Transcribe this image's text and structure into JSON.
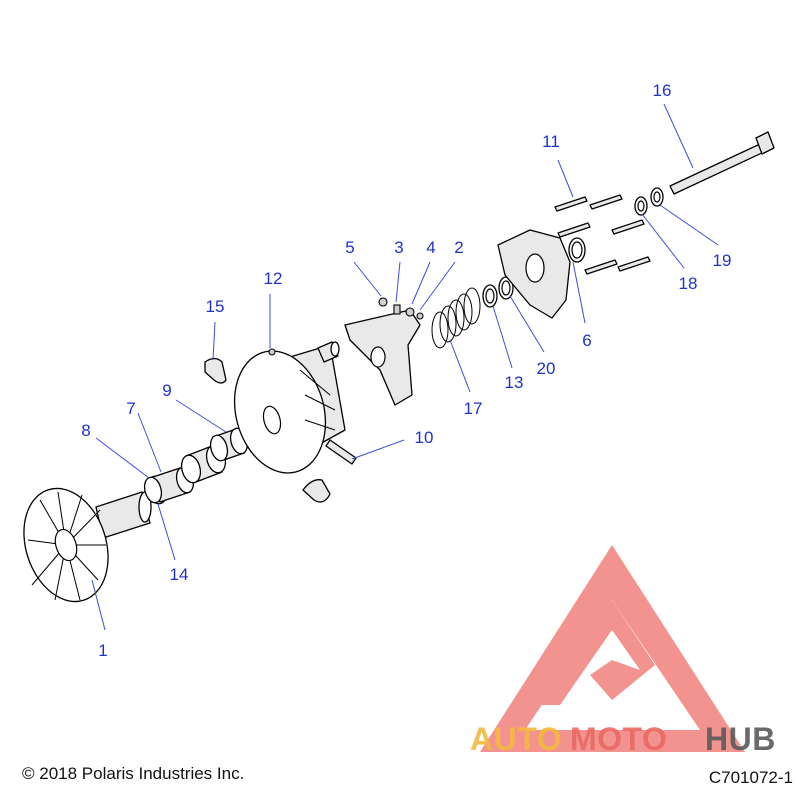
{
  "callouts": [
    {
      "id": "1",
      "label": "1"
    },
    {
      "id": "2",
      "label": "2"
    },
    {
      "id": "3",
      "label": "3"
    },
    {
      "id": "4",
      "label": "4"
    },
    {
      "id": "5",
      "label": "5"
    },
    {
      "id": "6",
      "label": "6"
    },
    {
      "id": "7",
      "label": "7"
    },
    {
      "id": "8",
      "label": "8"
    },
    {
      "id": "9",
      "label": "9"
    },
    {
      "id": "10",
      "label": "10"
    },
    {
      "id": "11",
      "label": "11"
    },
    {
      "id": "12",
      "label": "12"
    },
    {
      "id": "13",
      "label": "13"
    },
    {
      "id": "14",
      "label": "14"
    },
    {
      "id": "15",
      "label": "15"
    },
    {
      "id": "16",
      "label": "16"
    },
    {
      "id": "17",
      "label": "17"
    },
    {
      "id": "18",
      "label": "18"
    },
    {
      "id": "19",
      "label": "19"
    },
    {
      "id": "20",
      "label": "20"
    }
  ],
  "copyright": "© 2018 Polaris Industries Inc.",
  "diagram_code": "C701072-1",
  "watermark": {
    "part1": "AUTO",
    "part2": "MOTO",
    "part3": "HUB",
    "color_light": "#f5b940",
    "color_mid": "#e96a63",
    "color_dark": "#5a5a5a",
    "logo_color": "#ef6f6c"
  },
  "colors": {
    "callout": "#1f33cc",
    "leader": "#3a4fd6"
  }
}
